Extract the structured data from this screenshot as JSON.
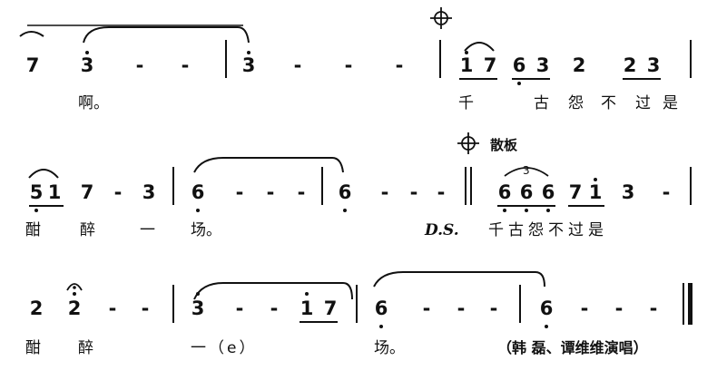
{
  "score": {
    "lines": [
      {
        "notes": [
          "7",
          "3",
          "-",
          "-",
          "3",
          "-",
          "-",
          "-",
          "1",
          "7",
          "6",
          "3",
          "2",
          "2",
          "3"
        ],
        "lyrics": [
          "啊。",
          "千",
          "古",
          "怨",
          "不",
          "过",
          "是"
        ]
      },
      {
        "notes": [
          "5",
          "1",
          "7",
          "-",
          "3",
          "6",
          "-",
          "-",
          "-",
          "6",
          "-",
          "-",
          "-",
          "6",
          "6",
          "6",
          "7",
          "1",
          "3",
          "-"
        ],
        "lyrics": [
          "酣",
          "醉",
          "一",
          "场。",
          "D.S.",
          "千古怨不过是"
        ],
        "marks": {
          "tempo": "散板",
          "triplet": "3"
        }
      },
      {
        "notes": [
          "2",
          "2",
          "-",
          "-",
          "3",
          "-",
          "-",
          "1",
          "7",
          "6",
          "-",
          "-",
          "-",
          "6",
          "-",
          "-",
          "-"
        ],
        "lyrics": [
          "酣",
          "醉",
          "一（e）",
          "场。",
          "（韩  磊、谭维维演唱）"
        ]
      }
    ]
  }
}
